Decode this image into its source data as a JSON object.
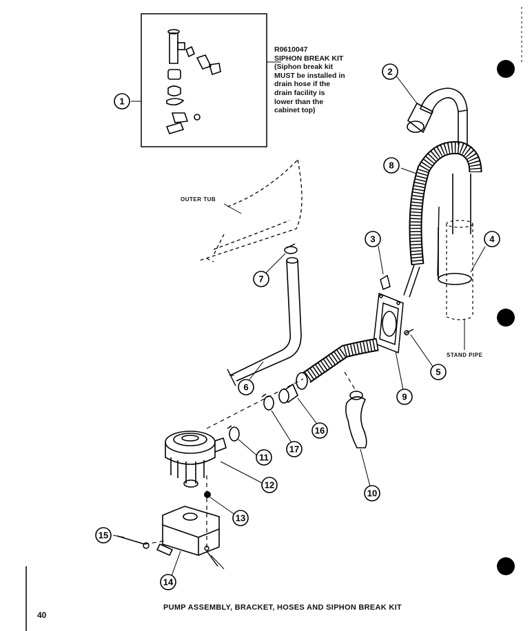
{
  "kit": {
    "part_number": "R0610047",
    "title": "SIPHON BREAK KIT",
    "note_lines": [
      "(Siphon break kit",
      "MUST be installed in",
      "drain hose if the",
      "drain facility is",
      "lower than the",
      "cabinet top)"
    ]
  },
  "labels": {
    "outer_tub": "OUTER TUB",
    "stand_pipe": "STAND PIPE"
  },
  "callouts": [
    "1",
    "2",
    "3",
    "4",
    "5",
    "6",
    "7",
    "8",
    "9",
    "10",
    "11",
    "12",
    "13",
    "14",
    "15",
    "16",
    "17"
  ],
  "caption": "PUMP ASSEMBLY, BRACKET, HOSES AND SIPHON BREAK KIT",
  "page_number": "40"
}
